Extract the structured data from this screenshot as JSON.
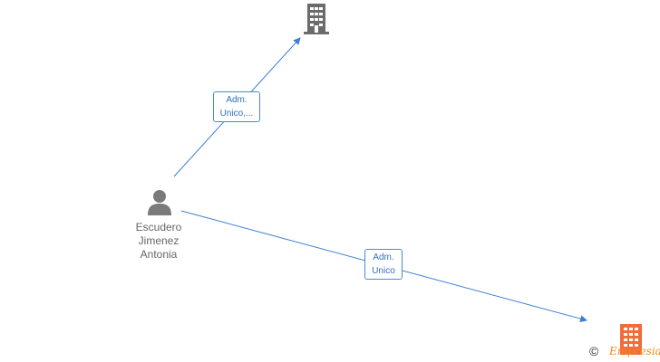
{
  "person": {
    "name_lines": [
      "Escudero",
      "Jimenez",
      "Antonia"
    ],
    "icon": "person-icon"
  },
  "companies": [
    {
      "icon": "building-icon",
      "color": "#6b6b6b"
    },
    {
      "icon": "building-icon",
      "color": "#f26b3a"
    }
  ],
  "edges": [
    {
      "label_lines": [
        "Adm.",
        "Unico,..."
      ]
    },
    {
      "label_lines": [
        "Adm.",
        "Unico"
      ]
    }
  ],
  "footer": {
    "copyright_symbol": "©",
    "brand": "Empresia"
  },
  "colors": {
    "edge": "#3d7fd6",
    "label_border": "#4a8ad6",
    "label_text": "#2f6fc4",
    "person": "#7a7a7a"
  }
}
